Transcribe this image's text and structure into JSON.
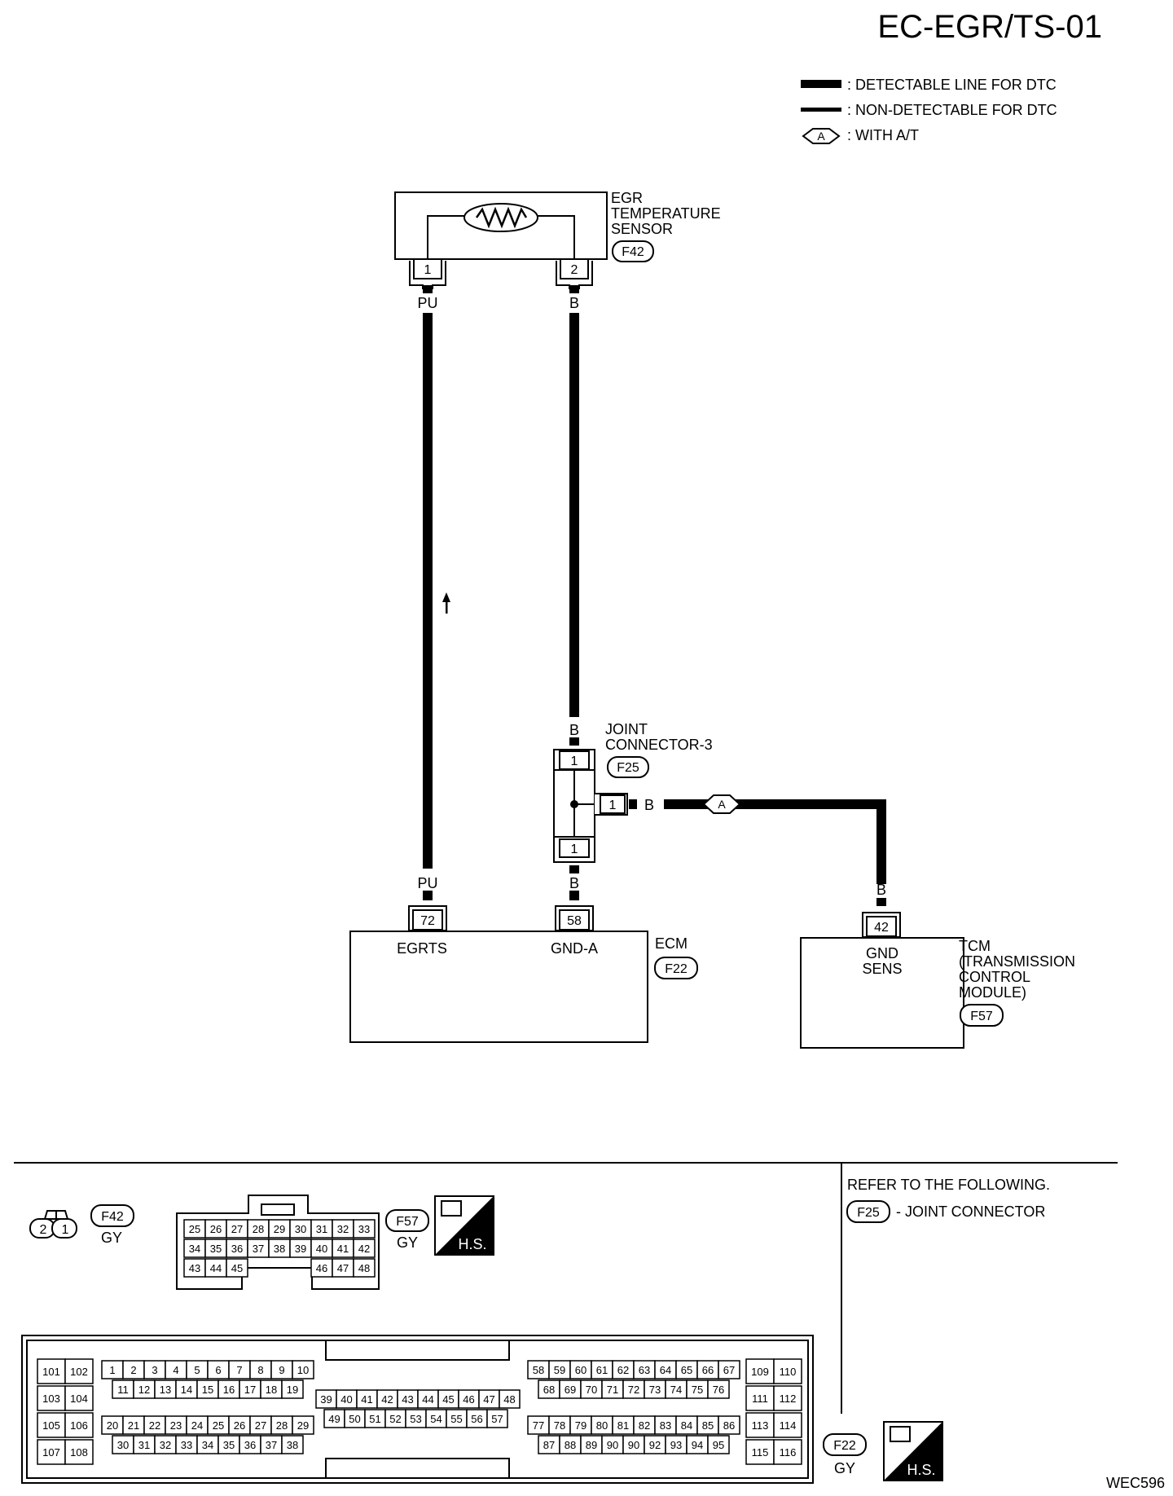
{
  "title": "EC-EGR/TS-01",
  "figure_code": "WEC596",
  "legend": {
    "detectable": ": DETECTABLE LINE FOR DTC",
    "non_detectable": ": NON-DETECTABLE FOR DTC",
    "with_at_symbol": "A",
    "with_at": ": WITH A/T"
  },
  "components": {
    "egr_sensor": {
      "name": [
        "EGR",
        "TEMPERATURE",
        "SENSOR"
      ],
      "connector": "F42",
      "pins": [
        "1",
        "2"
      ]
    },
    "joint_connector": {
      "name": [
        "JOINT",
        "CONNECTOR-3"
      ],
      "connector": "F25",
      "pins": [
        "1",
        "1",
        "1"
      ]
    },
    "ecm": {
      "name": "ECM",
      "connector": "F22",
      "pin_72": "72",
      "pin_58": "58",
      "sig_72": "EGRTS",
      "sig_58": "GND-A"
    },
    "tcm": {
      "name": [
        "TCM",
        "(TRANSMISSION",
        "CONTROL",
        "MODULE)"
      ],
      "connector": "F57",
      "pin": "42",
      "sig": [
        "GND",
        "SENS"
      ]
    }
  },
  "wires": {
    "pu_top": "PU",
    "b_top": "B",
    "b_joint_in": "B",
    "b_joint_side": "B",
    "pu_bottom": "PU",
    "b_bottom": "B",
    "b_tcm": "B",
    "option_marker": "A"
  },
  "bottom": {
    "refer_heading": "REFER TO THE FOLLOWING.",
    "refer_connector": "F25",
    "refer_text": "- JOINT CONNECTOR",
    "f42": {
      "code": "F42",
      "color": "GY",
      "pins": [
        "2",
        "1"
      ]
    },
    "f57": {
      "code": "F57",
      "color": "GY",
      "rows": [
        [
          "25",
          "26",
          "27",
          "28",
          "29",
          "30",
          "31",
          "32",
          "33"
        ],
        [
          "34",
          "35",
          "36",
          "37",
          "38",
          "39",
          "40",
          "41",
          "42"
        ],
        [
          "43",
          "44",
          "45",
          "",
          "",
          "",
          "46",
          "47",
          "48"
        ]
      ]
    },
    "f22": {
      "code": "F22",
      "color": "GY"
    },
    "hs_label": "H.S.",
    "ecm_pins": {
      "left": [
        [
          "101",
          "102"
        ],
        [
          "103",
          "104"
        ],
        [
          "105",
          "106"
        ],
        [
          "107",
          "108"
        ]
      ],
      "right": [
        [
          "109",
          "110"
        ],
        [
          "111",
          "112"
        ],
        [
          "113",
          "114"
        ],
        [
          "115",
          "116"
        ]
      ],
      "b1r1": [
        "1",
        "2",
        "3",
        "4",
        "5",
        "6",
        "7",
        "8",
        "9",
        "10"
      ],
      "b1r2": [
        "11",
        "12",
        "13",
        "14",
        "15",
        "16",
        "17",
        "18",
        "19"
      ],
      "b1r3": [
        "20",
        "21",
        "22",
        "23",
        "24",
        "25",
        "26",
        "27",
        "28",
        "29"
      ],
      "b1r4": [
        "30",
        "31",
        "32",
        "33",
        "34",
        "35",
        "36",
        "37",
        "38"
      ],
      "b2r1": [
        "39",
        "40",
        "41",
        "42",
        "43",
        "44",
        "45",
        "46",
        "47",
        "48"
      ],
      "b2r2": [
        "49",
        "50",
        "51",
        "52",
        "53",
        "54",
        "55",
        "56",
        "57"
      ],
      "b3r1": [
        "58",
        "59",
        "60",
        "61",
        "62",
        "63",
        "64",
        "65",
        "66",
        "67"
      ],
      "b3r2": [
        "68",
        "69",
        "70",
        "71",
        "72",
        "73",
        "74",
        "75",
        "76"
      ],
      "b3r3": [
        "77",
        "78",
        "79",
        "80",
        "81",
        "82",
        "83",
        "84",
        "85",
        "86"
      ],
      "b3r4": [
        "87",
        "88",
        "89",
        "90",
        "90",
        "92",
        "93",
        "94",
        "95"
      ]
    }
  }
}
